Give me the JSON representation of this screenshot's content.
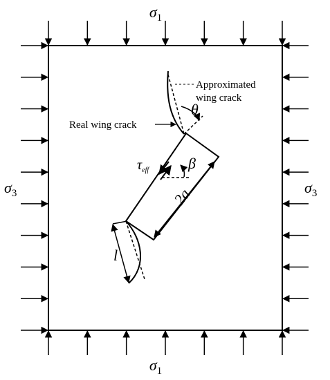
{
  "stress": {
    "sigma_top": {
      "symbol": "σ",
      "sub": "1"
    },
    "sigma_bottom": {
      "symbol": "σ",
      "sub": "1"
    },
    "sigma_left": {
      "symbol": "σ",
      "sub": "3"
    },
    "sigma_right": {
      "symbol": "σ",
      "sub": "3"
    }
  },
  "labels": {
    "approx_line1": "Approximated",
    "approx_line2": "wing crack",
    "real_wing_crack": "Real wing crack",
    "theta": "θ",
    "beta": "β",
    "tau": "τ",
    "tau_sub": "eff",
    "two_a": "2a",
    "l": "l"
  },
  "arrows": {
    "top_count": 7,
    "bottom_count": 7,
    "left_count": 10,
    "right_count": 10
  },
  "colors": {
    "stroke": "#000000",
    "background": "#ffffff"
  }
}
